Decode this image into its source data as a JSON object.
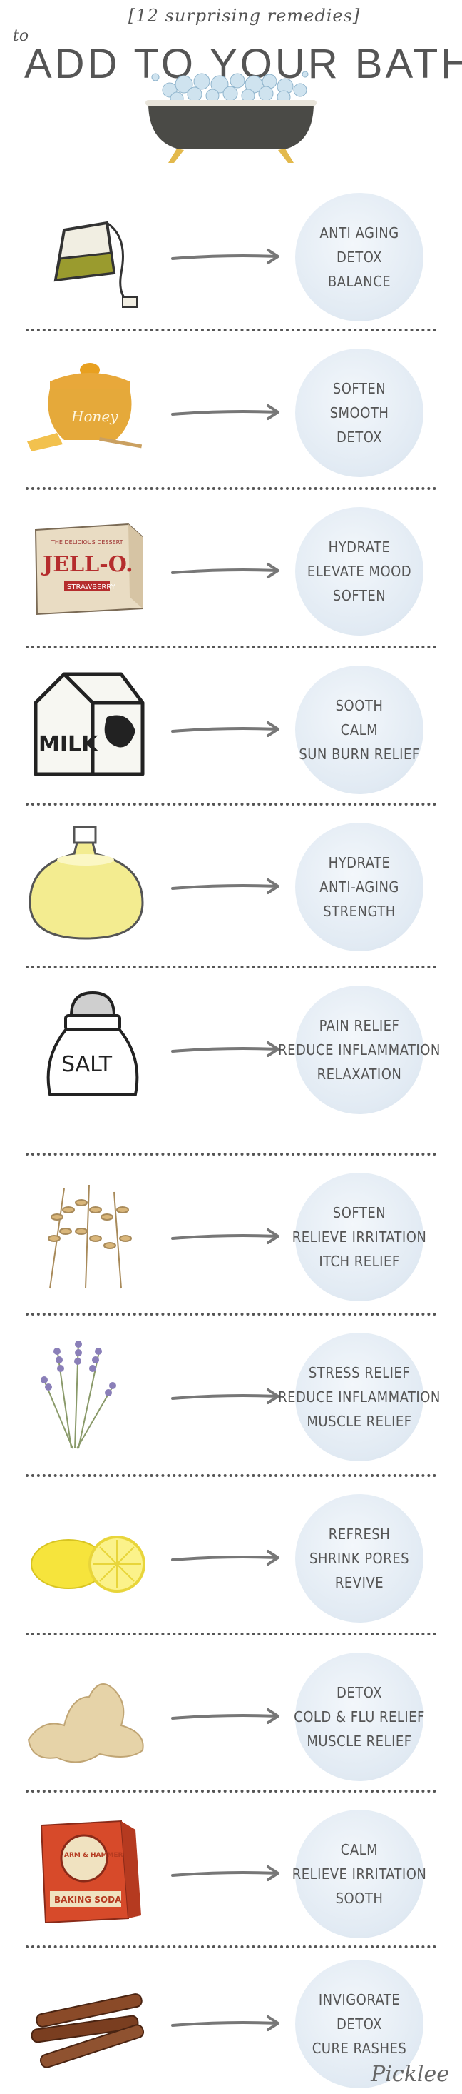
{
  "header": {
    "subtitle": "[12 surprising remedies]",
    "prefix": "to",
    "title": "ADD TO YOUR BATH"
  },
  "remedies": [
    {
      "icon": "tea-bag-icon",
      "benefits": [
        "ANTI AGING",
        "DETOX",
        "BALANCE"
      ]
    },
    {
      "icon": "honey-pot-icon",
      "label": "Honey",
      "benefits": [
        "SOFTEN",
        "SMOOTH",
        "DETOX"
      ]
    },
    {
      "icon": "jello-box-icon",
      "benefits": [
        "HYDRATE",
        "ELEVATE MOOD",
        "SOFTEN"
      ]
    },
    {
      "icon": "milk-carton-icon",
      "label": "MILK",
      "benefits": [
        "SOOTH",
        "CALM",
        "SUN BURN RELIEF"
      ]
    },
    {
      "icon": "oil-bottle-icon",
      "benefits": [
        "HYDRATE",
        "ANTI-AGING",
        "STRENGTH"
      ]
    },
    {
      "icon": "salt-shaker-icon",
      "label": "SALT",
      "benefits": [
        "PAIN RELIEF",
        "REDUCE INFLAMMATION",
        "RELAXATION"
      ]
    },
    {
      "icon": "oats-icon",
      "benefits": [
        "SOFTEN",
        "RELIEVE IRRITATION",
        "ITCH RELIEF"
      ]
    },
    {
      "icon": "lavender-icon",
      "benefits": [
        "STRESS RELIEF",
        "REDUCE INFLAMMATION",
        "MUSCLE RELIEF"
      ]
    },
    {
      "icon": "lemon-icon",
      "benefits": [
        "REFRESH",
        "SHRINK PORES",
        "REVIVE"
      ]
    },
    {
      "icon": "ginger-icon",
      "benefits": [
        "DETOX",
        "COLD & FLU RELIEF",
        "MUSCLE RELIEF"
      ]
    },
    {
      "icon": "baking-soda-icon",
      "benefits": [
        "CALM",
        "RELIEVE IRRITATION",
        "SOOTH"
      ]
    },
    {
      "icon": "cinnamon-icon",
      "benefits": [
        "INVIGORATE",
        "DETOX",
        "CURE RASHES"
      ]
    }
  ],
  "jello_text": {
    "top": "THE DELICIOUS DESSERT",
    "brand": "JELL-O.",
    "flavor": "STRAWBERRY"
  },
  "baking_soda_text": {
    "brand": "ARM & HAMMER",
    "product": "BAKING SODA"
  },
  "signature": "Picklee"
}
